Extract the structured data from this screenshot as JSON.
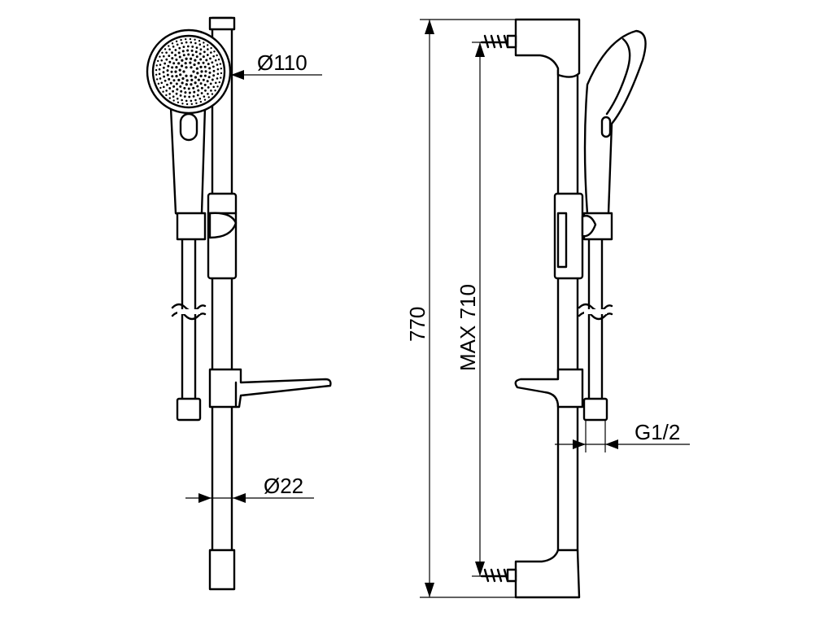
{
  "dimensions": {
    "head_diameter": "Ø110",
    "rail_diameter": "Ø22",
    "overall_height": "770",
    "max_height": "MAX 710",
    "connection_thread": "G1/2"
  },
  "colors": {
    "line": "#000000",
    "background": "#ffffff"
  }
}
